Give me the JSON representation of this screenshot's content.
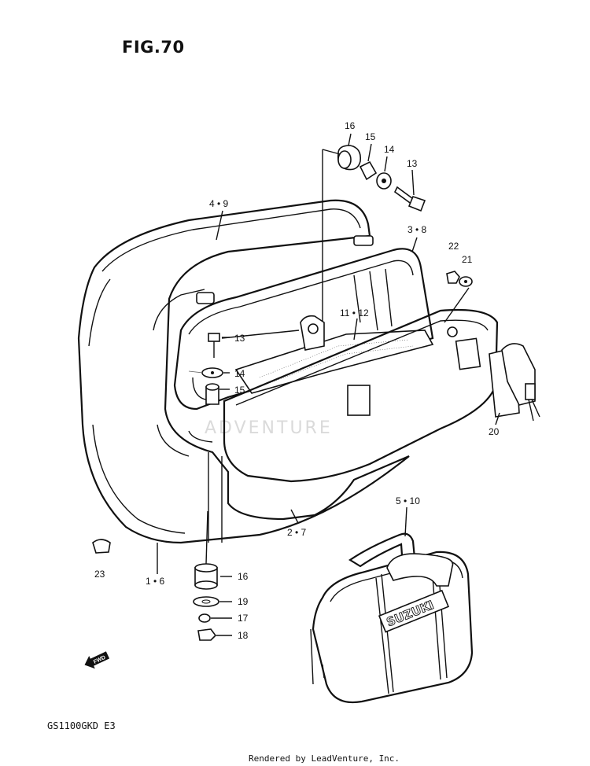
{
  "figure": {
    "title": "FIG.70",
    "model_code": "GS1100GKD E3",
    "credit": "Rendered by LeadVenture, Inc.",
    "watermark": "ADVENTURE",
    "fwd_label": "FWD",
    "brand_text": "SUZUKI"
  },
  "callouts": [
    {
      "id": "c16a",
      "text": "16"
    },
    {
      "id": "c15a",
      "text": "15"
    },
    {
      "id": "c14a",
      "text": "14"
    },
    {
      "id": "c13a",
      "text": "13"
    },
    {
      "id": "c49",
      "text": "4 • 9"
    },
    {
      "id": "c38",
      "text": "3 • 8"
    },
    {
      "id": "c22",
      "text": "22"
    },
    {
      "id": "c21",
      "text": "21"
    },
    {
      "id": "c1112",
      "text": "11 • 12"
    },
    {
      "id": "c13b",
      "text": "13"
    },
    {
      "id": "c14b",
      "text": "14"
    },
    {
      "id": "c15b",
      "text": "15"
    },
    {
      "id": "c20",
      "text": "20"
    },
    {
      "id": "c510",
      "text": "5 • 10"
    },
    {
      "id": "c27",
      "text": "2 • 7"
    },
    {
      "id": "c23",
      "text": "23"
    },
    {
      "id": "c16",
      "text": "1 • 6"
    },
    {
      "id": "c16b",
      "text": "16"
    },
    {
      "id": "c19",
      "text": "19"
    },
    {
      "id": "c17",
      "text": "17"
    },
    {
      "id": "c18",
      "text": "18"
    }
  ],
  "colors": {
    "line": "#111111",
    "paper": "#ffffff"
  }
}
